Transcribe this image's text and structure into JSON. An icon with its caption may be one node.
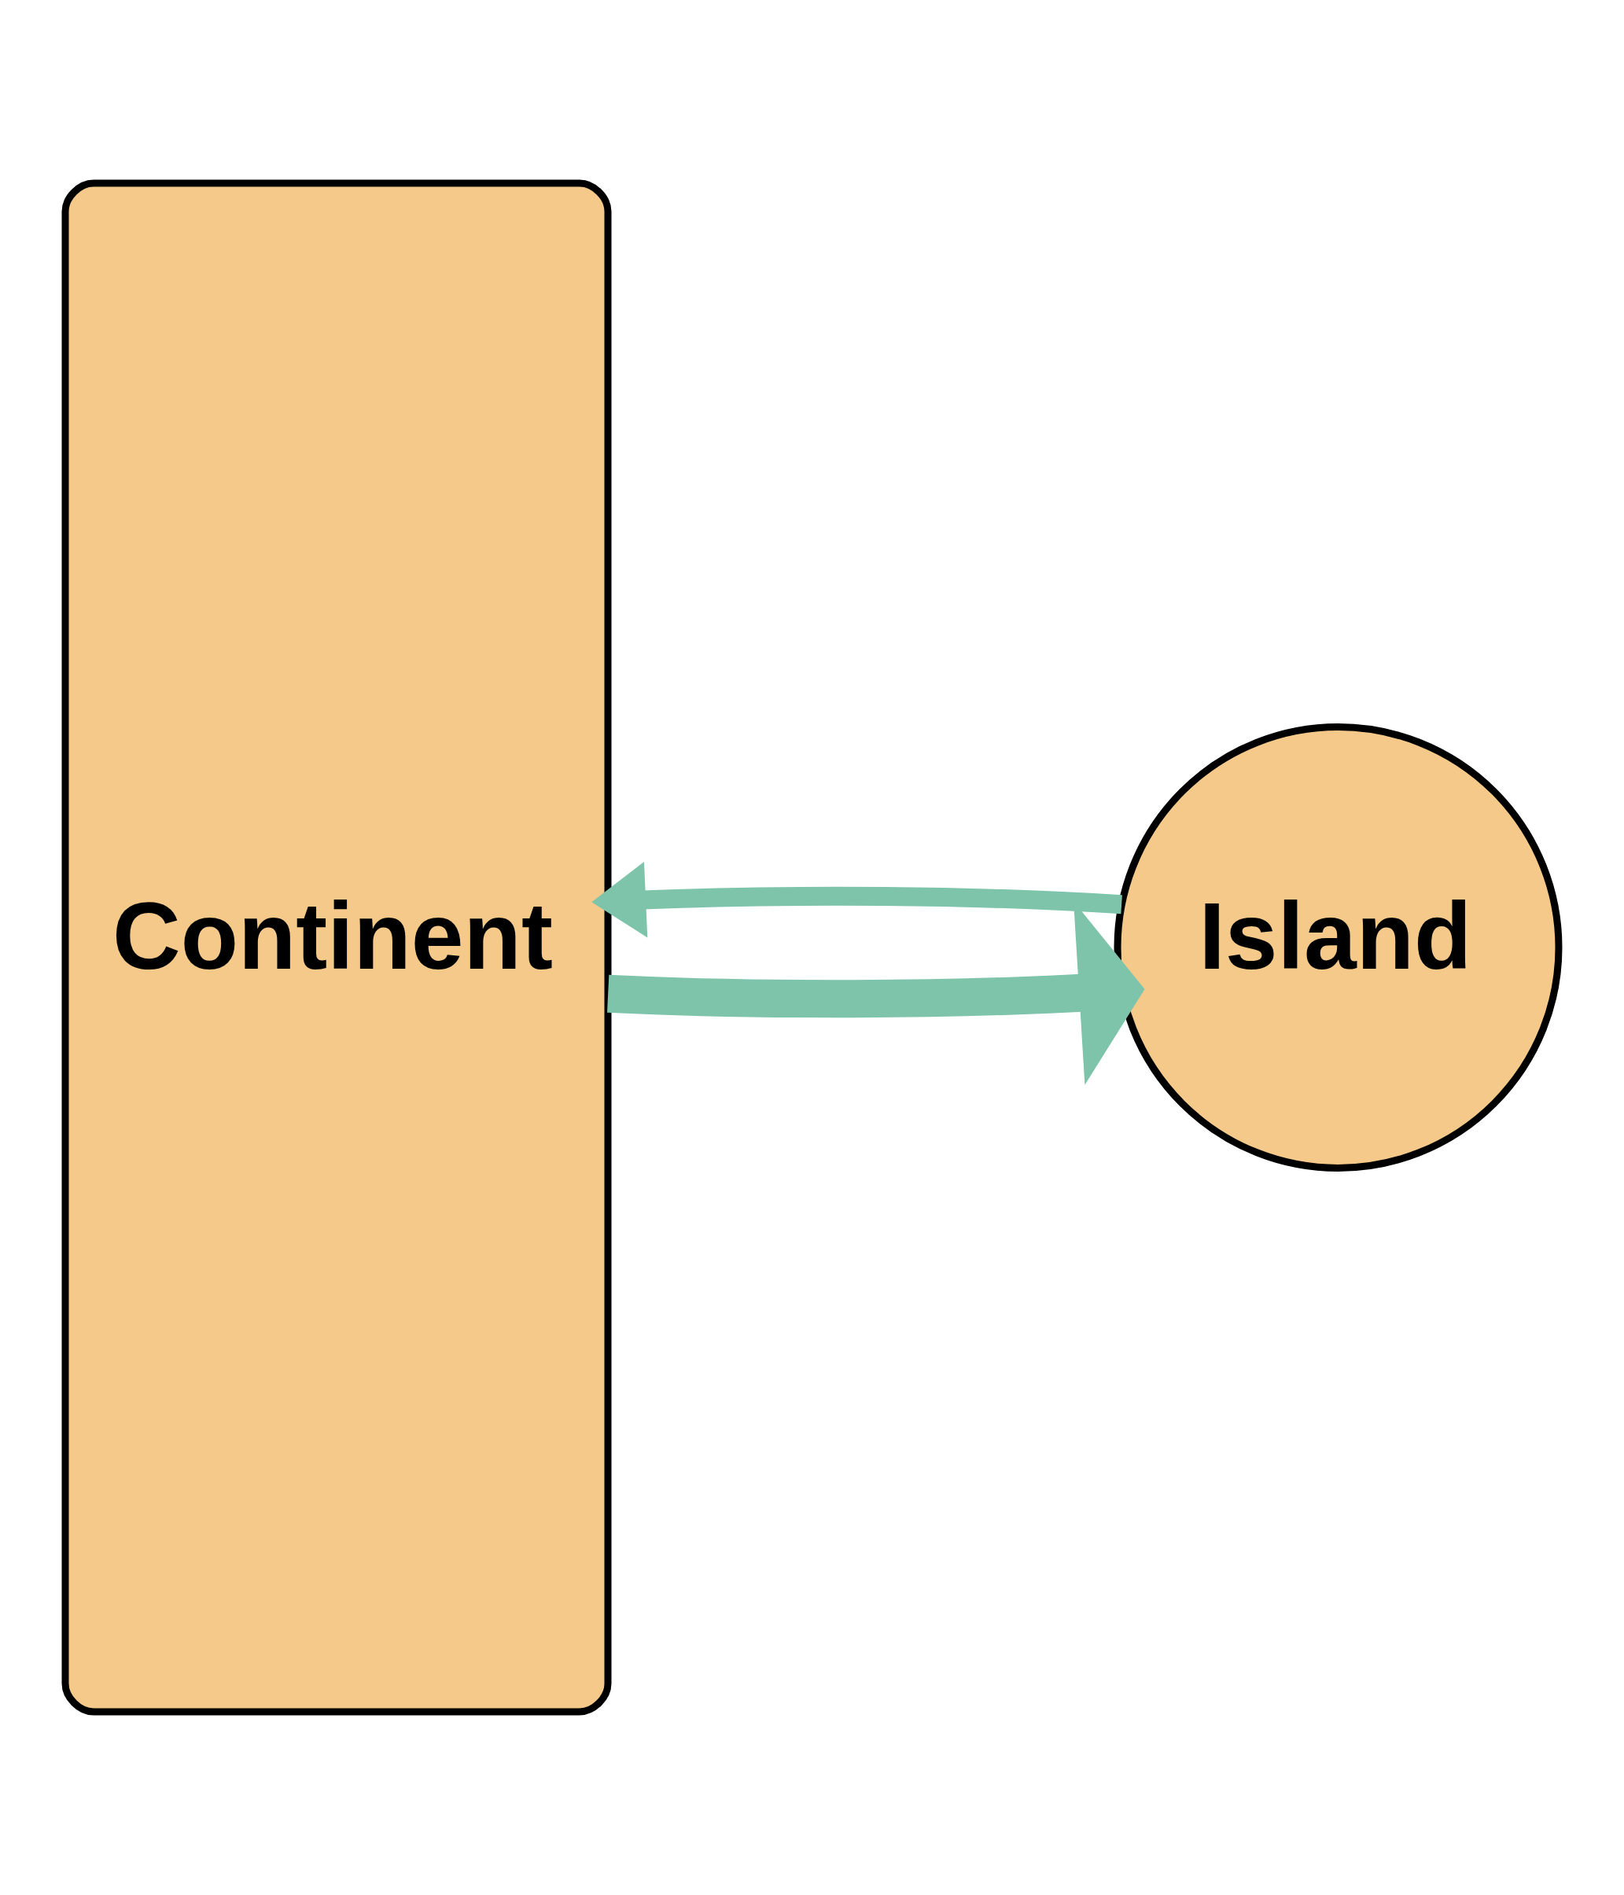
{
  "diagram": {
    "nodes": [
      {
        "text": [
          "Continent"
        ]
      },
      {
        "text": [
          "Island"
        ]
      }
    ],
    "edges": [
      {
        "from": 0,
        "to": 1,
        "arrow": "to",
        "style": "thick"
      },
      {
        "from": 1,
        "to": 0,
        "arrow": "to"
      }
    ]
  }
}
